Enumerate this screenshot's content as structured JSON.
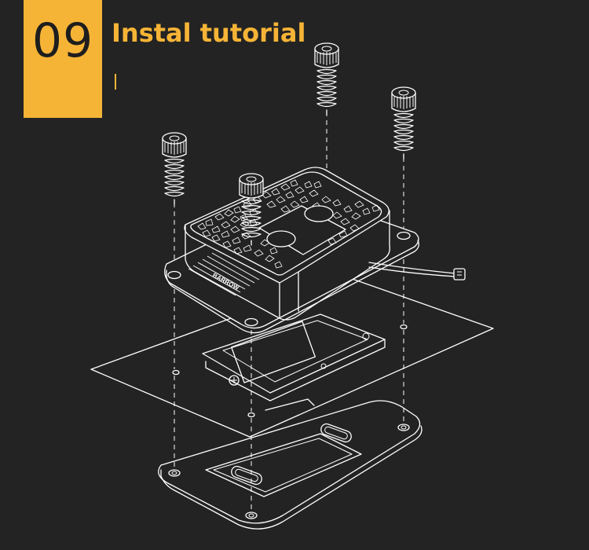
{
  "header": {
    "step_number": "09",
    "title": "Instal tutorial",
    "accent_color": "#f6b436",
    "background_color": "#232323"
  },
  "diagram": {
    "icons": [
      "screw-icon",
      "spring-icon",
      "cpu-block-icon",
      "motherboard-icon",
      "backplate-icon",
      "rgb-cable-icon",
      "socket-icon"
    ],
    "block_logo_text": "BARROW"
  }
}
